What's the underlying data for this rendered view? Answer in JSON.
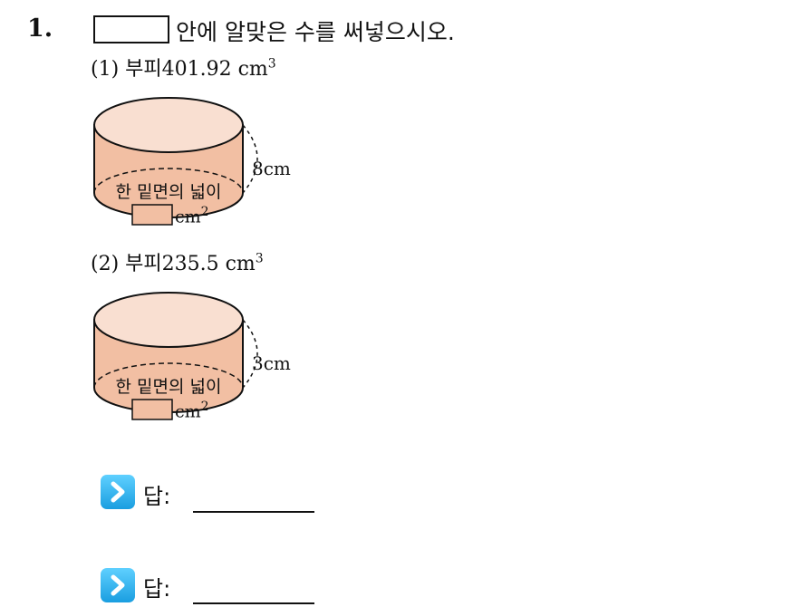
{
  "question": {
    "number": "1.",
    "instruction": "안에 알맞은 수를 써넣으시오."
  },
  "subquestions": [
    {
      "label": "(1) 부피401.92 cm",
      "exponent": "3",
      "height_label": "8cm",
      "base_label": "한 밑면의 넓이",
      "unit": "cm",
      "unit_exp": "2"
    },
    {
      "label": "(2) 부피235.5 cm",
      "exponent": "3",
      "height_label": "3cm",
      "base_label": "한 밑면의 넓이",
      "unit": "cm",
      "unit_exp": "2"
    }
  ],
  "answers": [
    {
      "label": "답:",
      "icon": "chevron-right-icon"
    },
    {
      "label": "답:",
      "icon": "chevron-right-icon"
    }
  ],
  "colors": {
    "cylinder_side": "#f2bfa3",
    "cylinder_top": "#f9dfd1",
    "answer_icon": "#29aeea"
  }
}
